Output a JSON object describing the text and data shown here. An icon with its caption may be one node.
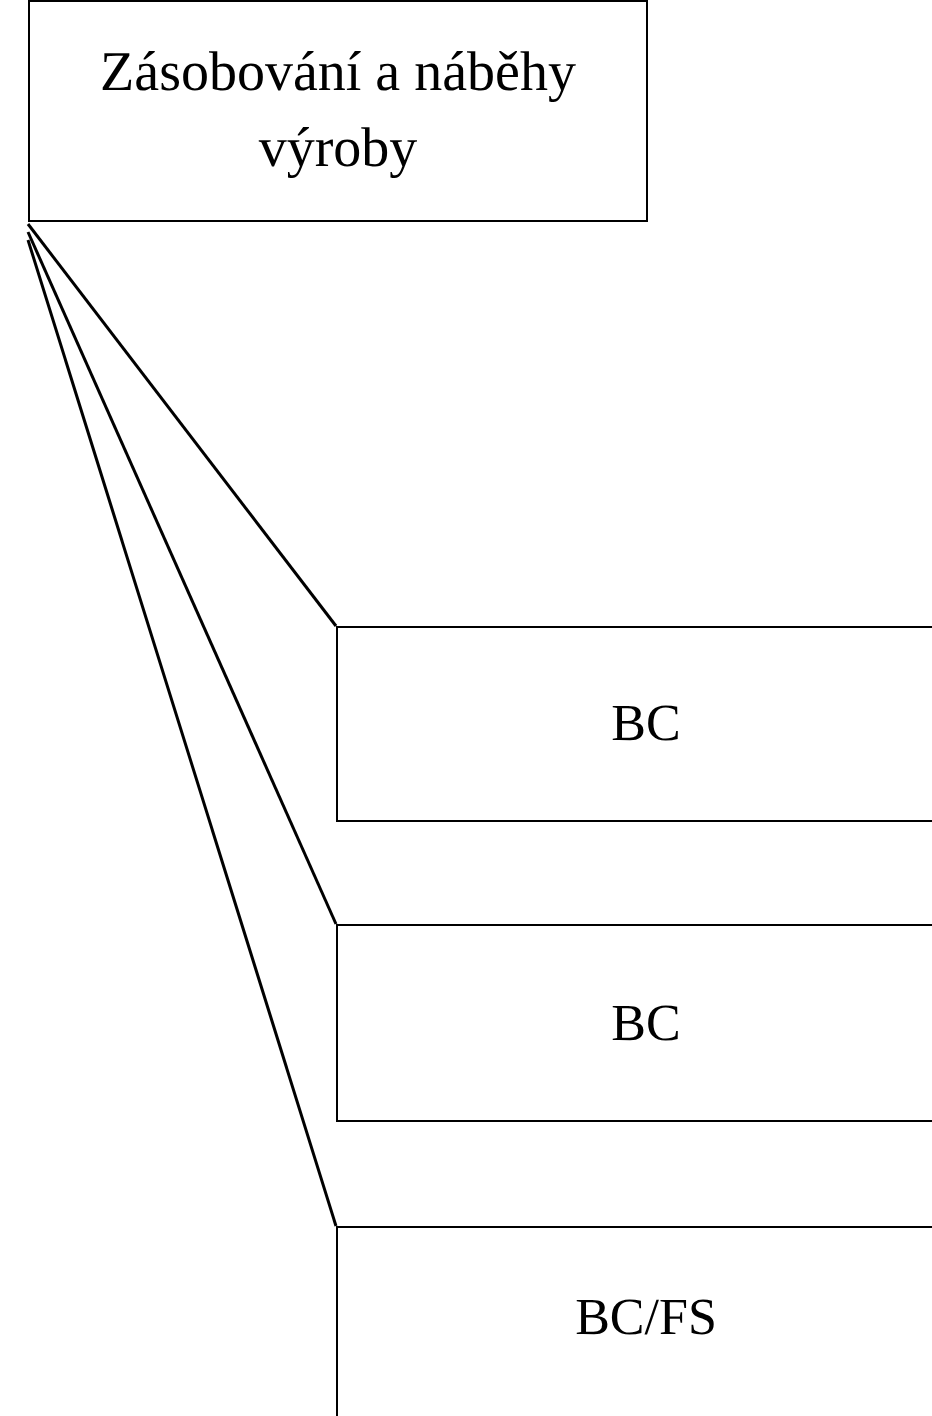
{
  "diagram": {
    "nodes": [
      {
        "text": [
          "Zásobování a náběhy výroby"
        ]
      },
      {
        "text": [
          "BC"
        ]
      },
      {
        "text": [
          "BC"
        ]
      },
      {
        "text": [
          "BC/FS"
        ]
      }
    ],
    "edges": [
      {
        "from": 0,
        "to": 1,
        "arrow": "none"
      },
      {
        "from": 0,
        "to": 2,
        "arrow": "none"
      },
      {
        "from": 0,
        "to": 3,
        "arrow": "none"
      }
    ]
  }
}
